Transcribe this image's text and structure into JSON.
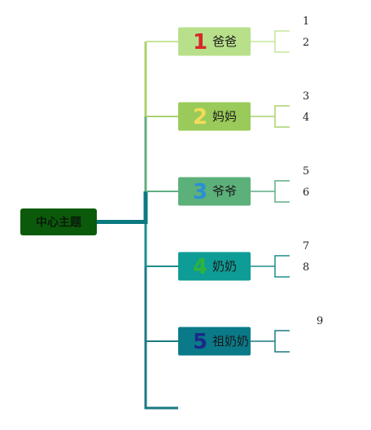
{
  "center": {
    "label": "中心主题",
    "fill": "#0b5a0b"
  },
  "branches": [
    {
      "number": "1",
      "label": "爸爸",
      "fill": "#b8e08a",
      "num_color": "#d42a2a",
      "line_color": "#c6e59c",
      "leaves": [
        "1",
        "2"
      ]
    },
    {
      "number": "2",
      "label": "妈妈",
      "fill": "#9acb5a",
      "num_color": "#f4dc58",
      "line_color": "#a9d26e",
      "leaves": [
        "3",
        "4"
      ]
    },
    {
      "number": "3",
      "label": "爷爷",
      "fill": "#5cb07a",
      "num_color": "#2a8fd4",
      "line_color": "#5fae80",
      "leaves": [
        "5",
        "6"
      ]
    },
    {
      "number": "4",
      "label": "奶奶",
      "fill": "#0e9c96",
      "num_color": "#2fb43a",
      "line_color": "#1a8e8c",
      "leaves": [
        "7",
        "8"
      ]
    },
    {
      "number": "5",
      "label": "祖奶奶",
      "fill": "#0a7a88",
      "num_color": "#1a2a8a",
      "line_color": "#1a7a80",
      "leaves": [
        "9",
        ""
      ]
    }
  ]
}
